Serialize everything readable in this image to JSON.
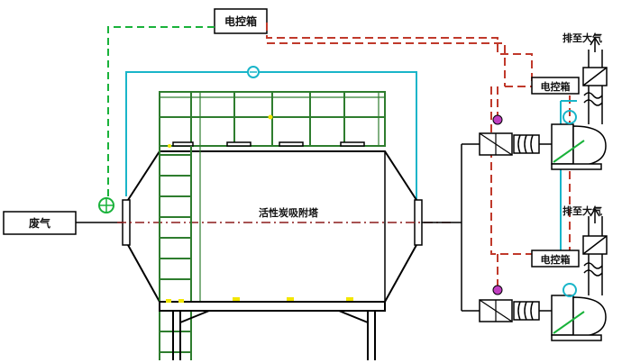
{
  "labels": {
    "control_box_top": "电控箱",
    "control_box_fan1": "电控箱",
    "control_box_fan2": "电控箱",
    "waste_gas": "废气",
    "tower": "活性炭吸附塔",
    "exhaust1": "排至大气",
    "exhaust2": "排至大气"
  },
  "colors": {
    "frame": "#2e7d2e",
    "ladder": "#2e7d2e",
    "gas_line": "#8b1a1a",
    "control_green": "#19b23a",
    "control_red": "#c0392b",
    "cyan": "#19b5c9",
    "outline": "#000000",
    "magenta": "#c03fc0",
    "yellow": "#f2e600"
  }
}
